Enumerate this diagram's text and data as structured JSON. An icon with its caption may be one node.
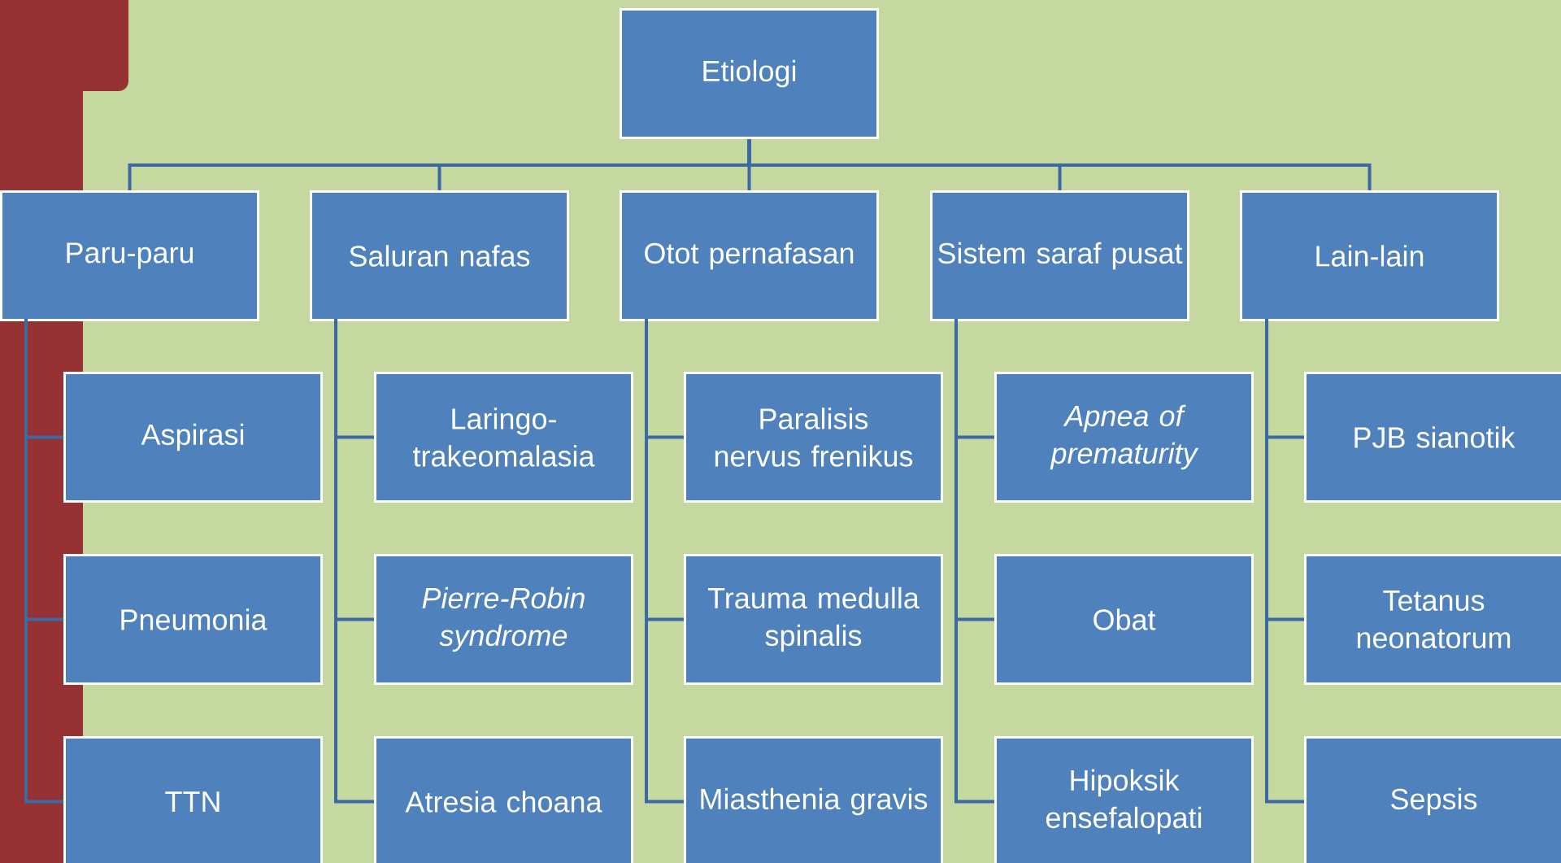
{
  "diagram": {
    "nodes": [
      {
        "text": [
          "Etiologi"
        ]
      },
      {
        "text": [
          "Paru-paru"
        ]
      },
      {
        "text": [
          "Saluran nafas"
        ]
      },
      {
        "text": [
          "Otot pernafasan"
        ]
      },
      {
        "text": [
          "Sistem saraf pusat"
        ]
      },
      {
        "text": [
          "Lain-lain"
        ]
      },
      {
        "text": [
          "Aspirasi"
        ]
      },
      {
        "text": [
          "Pneumonia"
        ]
      },
      {
        "text": [
          "TTN"
        ]
      },
      {
        "text": [
          "Laringo-trakeomalasia"
        ]
      },
      {
        "text": [
          "Pierre-Robin syndrome"
        ]
      },
      {
        "text": [
          "Atresia choana"
        ]
      },
      {
        "text": [
          "Paralisis nervus frenikus"
        ]
      },
      {
        "text": [
          "Trauma medulla spinalis"
        ]
      },
      {
        "text": [
          "Miasthenia gravis"
        ]
      },
      {
        "text": [
          "Apnea of prematurity"
        ]
      },
      {
        "text": [
          "Obat"
        ]
      },
      {
        "text": [
          "Hipoksik ensefalopati"
        ]
      },
      {
        "text": [
          "PJB sianotik"
        ]
      },
      {
        "text": [
          "Tetanus neonatorum"
        ]
      },
      {
        "text": [
          "Sepsis"
        ]
      }
    ],
    "edges": [
      {
        "from": 0,
        "to": 1,
        "arrow": "none"
      },
      {
        "from": 0,
        "to": 2,
        "arrow": "none"
      },
      {
        "from": 0,
        "to": 3,
        "arrow": "none"
      },
      {
        "from": 0,
        "to": 4,
        "arrow": "none"
      },
      {
        "from": 0,
        "to": 5,
        "arrow": "none"
      },
      {
        "from": 1,
        "to": 6,
        "arrow": "none"
      },
      {
        "from": 1,
        "to": 7,
        "arrow": "none"
      },
      {
        "from": 1,
        "to": 8,
        "arrow": "none"
      },
      {
        "from": 2,
        "to": 9,
        "arrow": "none"
      },
      {
        "from": 2,
        "to": 10,
        "arrow": "none"
      },
      {
        "from": 2,
        "to": 11,
        "arrow": "none"
      },
      {
        "from": 3,
        "to": 12,
        "arrow": "none"
      },
      {
        "from": 3,
        "to": 13,
        "arrow": "none"
      },
      {
        "from": 3,
        "to": 14,
        "arrow": "none"
      },
      {
        "from": 4,
        "to": 15,
        "arrow": "none"
      },
      {
        "from": 4,
        "to": 16,
        "arrow": "none"
      },
      {
        "from": 4,
        "to": 17,
        "arrow": "none"
      },
      {
        "from": 5,
        "to": 18,
        "arrow": "none"
      },
      {
        "from": 5,
        "to": 19,
        "arrow": "none"
      },
      {
        "from": 5,
        "to": 20,
        "arrow": "none"
      }
    ]
  }
}
